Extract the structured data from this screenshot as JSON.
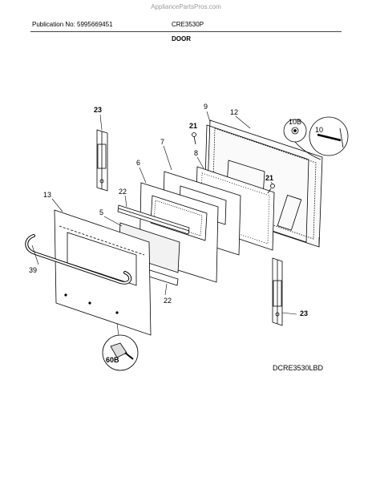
{
  "watermark": "AppliancePartsPros.com",
  "header": {
    "publication": "Publication No: 5995669451",
    "model": "CRE3530P",
    "section": "DOOR"
  },
  "diagram_code": "DCRE3530LBD",
  "callouts": {
    "c23a": "23",
    "c9": "9",
    "c12": "12",
    "c10b": "10B",
    "c10": "10",
    "c21a": "21",
    "c7": "7",
    "c8": "8",
    "c21b": "21",
    "c6": "6",
    "c22a": "22",
    "c13": "13",
    "c5": "5",
    "c39": "39",
    "c22b": "22",
    "c23b": "23",
    "c60b": "60B"
  }
}
